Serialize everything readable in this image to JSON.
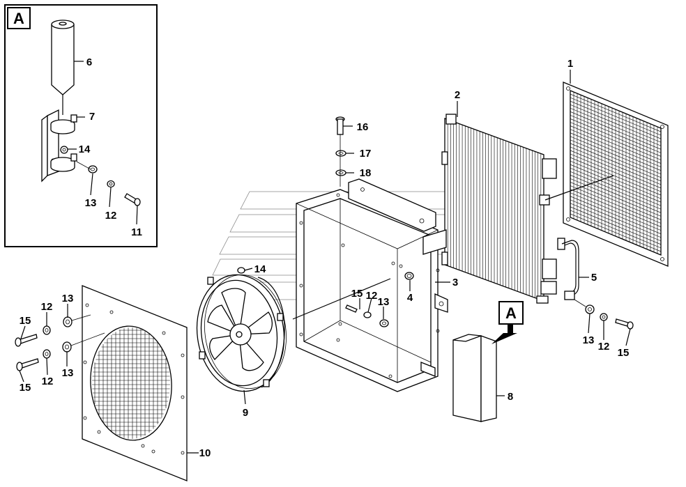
{
  "inset": {
    "tag": "A"
  },
  "callout": {
    "tag": "A"
  },
  "labels": [
    {
      "id": "l6",
      "text": "6"
    },
    {
      "id": "l7",
      "text": "7"
    },
    {
      "id": "l14a",
      "text": "14"
    },
    {
      "id": "l13a",
      "text": "13"
    },
    {
      "id": "l12a",
      "text": "12"
    },
    {
      "id": "l11",
      "text": "11"
    },
    {
      "id": "l1",
      "text": "1"
    },
    {
      "id": "l2",
      "text": "2"
    },
    {
      "id": "l16",
      "text": "16"
    },
    {
      "id": "l17",
      "text": "17"
    },
    {
      "id": "l18",
      "text": "18"
    },
    {
      "id": "l14b",
      "text": "14"
    },
    {
      "id": "l15c",
      "text": "15"
    },
    {
      "id": "l12c",
      "text": "12"
    },
    {
      "id": "l13c",
      "text": "13"
    },
    {
      "id": "l4",
      "text": "4"
    },
    {
      "id": "l3",
      "text": "3"
    },
    {
      "id": "l5",
      "text": "5"
    },
    {
      "id": "l8",
      "text": "8"
    },
    {
      "id": "l9",
      "text": "9"
    },
    {
      "id": "l10",
      "text": "10"
    },
    {
      "id": "l15a",
      "text": "15"
    },
    {
      "id": "l12b",
      "text": "12"
    },
    {
      "id": "l13b",
      "text": "13"
    },
    {
      "id": "l15b",
      "text": "15"
    },
    {
      "id": "l12d",
      "text": "12"
    },
    {
      "id": "l13d",
      "text": "13"
    },
    {
      "id": "l13e",
      "text": "13"
    },
    {
      "id": "l12e",
      "text": "12"
    },
    {
      "id": "l15d",
      "text": "15"
    }
  ]
}
